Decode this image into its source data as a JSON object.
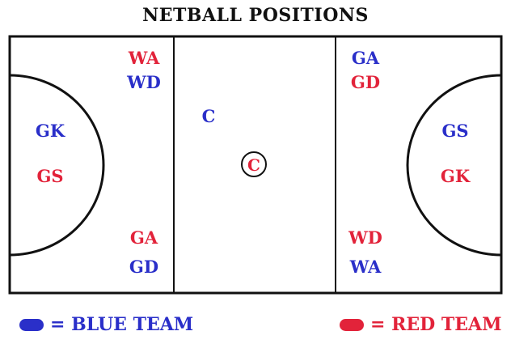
{
  "title": "NETBALL POSITIONS",
  "colors": {
    "blue": "#2a2fc9",
    "red": "#e2233a",
    "lines": "#111111"
  },
  "left_third": {
    "gk_blue": "GK",
    "gs_red": "GS",
    "wa_red": "WA",
    "wd_blue": "WD",
    "ga_red": "GA",
    "gd_blue": "GD"
  },
  "center_third": {
    "c_blue": "C",
    "c_red": "C"
  },
  "right_third": {
    "ga_blue": "GA",
    "gd_red": "GD",
    "gs_blue": "GS",
    "gk_red": "GK",
    "wd_red": "WD",
    "wa_blue": "WA"
  },
  "legend": {
    "blue_label": "= BLUE TEAM",
    "red_label": "= RED TEAM"
  }
}
